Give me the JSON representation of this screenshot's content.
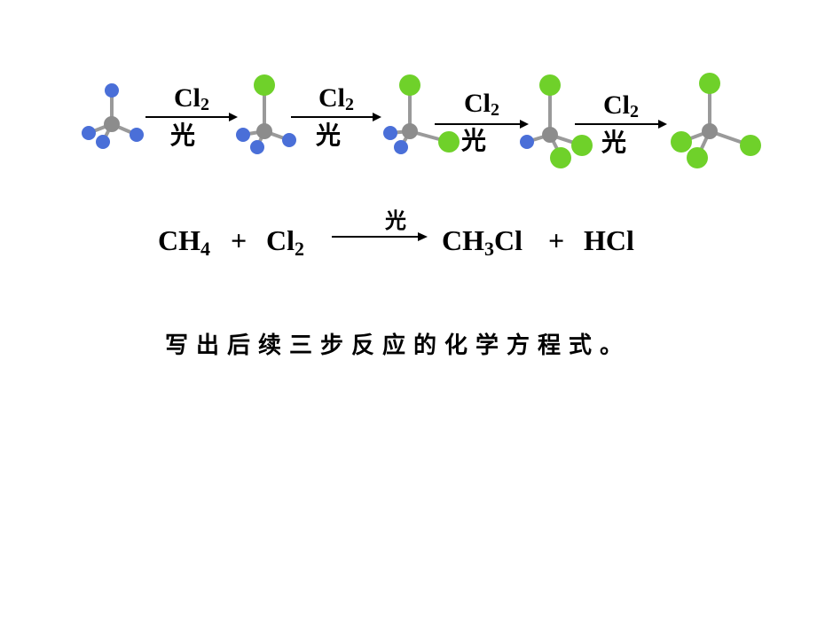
{
  "colors": {
    "background": "#ffffff",
    "carbon": "#8c8c8c",
    "hydrogen": "#4a6fd8",
    "chlorine": "#6fd12a",
    "bond": "#9a9a9a",
    "text": "#000000"
  },
  "reaction_scheme": {
    "reagent_main": "Cl",
    "reagent_sub": "2",
    "condition": "光",
    "steps": [
      {
        "reagent_main": "Cl",
        "reagent_sub": "2",
        "condition": "光"
      },
      {
        "reagent_main": "Cl",
        "reagent_sub": "2",
        "condition": "光"
      },
      {
        "reagent_main": "Cl",
        "reagent_sub": "2",
        "condition": "光"
      },
      {
        "reagent_main": "Cl",
        "reagent_sub": "2",
        "condition": "光"
      }
    ]
  },
  "equation": {
    "reactant1_main": "CH",
    "reactant1_sub": "4",
    "plus1": "+",
    "reactant2_main": "Cl",
    "reactant2_sub": "2",
    "condition": "光",
    "product1_main": "CH",
    "product1_sub": "3",
    "product1_tail": "Cl",
    "plus2": "+",
    "product2": "HCl"
  },
  "instruction": "写出后续三步反应的化学方程式。"
}
